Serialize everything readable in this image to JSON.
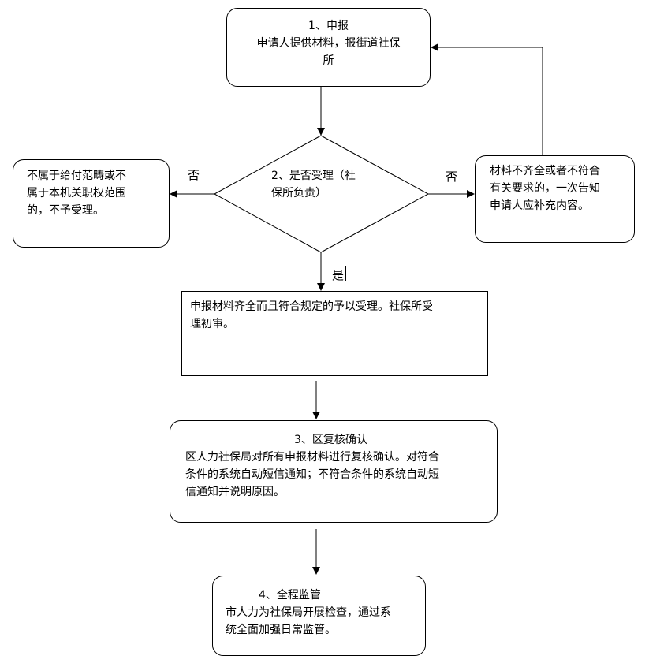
{
  "steps": {
    "apply": {
      "title": "1、申报",
      "line1": "申请人提供材料，报街道社保",
      "line2": "所"
    },
    "decision": {
      "line1": "2、是否受理（社",
      "line2": "保所负责）"
    },
    "reject": {
      "line1": "不属于给付范畴或不",
      "line2": "属于本机关职权范围",
      "line3": "的，不予受理。"
    },
    "incomplete": {
      "line1": "材料不齐全或者不符合",
      "line2": "有关要求的，一次告知",
      "line3": "申请人应补充内容。"
    },
    "accept": {
      "line1": "申报材料齐全而且符合规定的予以受理。社保所受",
      "line2": "理初审。"
    },
    "review": {
      "title": "3、区复核确认",
      "line1": "区人力社保局对所有申报材料进行复核确认。对符合",
      "line2": "条件的系统自动短信通知；不符合条件的系统自动短",
      "line3": "信通知并说明原因。"
    },
    "supervise": {
      "title": "4、全程监管",
      "line1": "市人力为社保局开展检查，通过系",
      "line2": "统全面加强日常监管。"
    }
  },
  "labels": {
    "no_left": "否",
    "no_right": "否",
    "yes": "是"
  }
}
